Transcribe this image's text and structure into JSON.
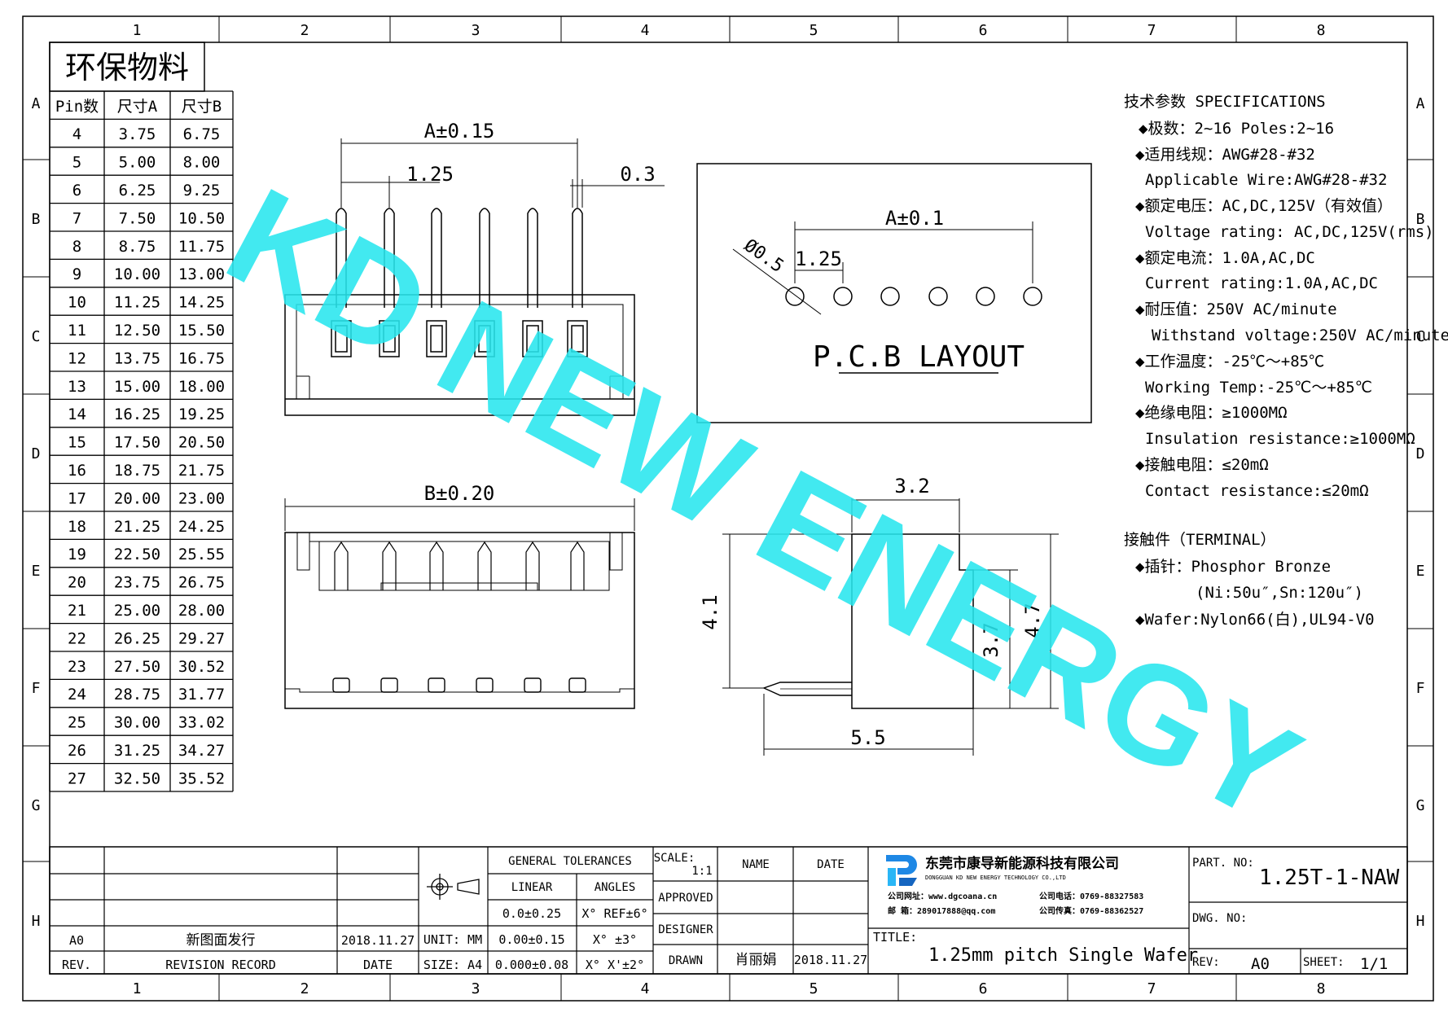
{
  "zones": {
    "cols": [
      "1",
      "2",
      "3",
      "4",
      "5",
      "6",
      "7",
      "8"
    ],
    "rows": [
      "A",
      "B",
      "C",
      "D",
      "E",
      "F",
      "G",
      "H"
    ]
  },
  "material_tag": "环保物料",
  "dimension_table": {
    "headers": [
      "Pin数",
      "尺寸A",
      "尺寸B"
    ],
    "rows": [
      [
        "4",
        "3.75",
        "6.75"
      ],
      [
        "5",
        "5.00",
        "8.00"
      ],
      [
        "6",
        "6.25",
        "9.25"
      ],
      [
        "7",
        "7.50",
        "10.50"
      ],
      [
        "8",
        "8.75",
        "11.75"
      ],
      [
        "9",
        "10.00",
        "13.00"
      ],
      [
        "10",
        "11.25",
        "14.25"
      ],
      [
        "11",
        "12.50",
        "15.50"
      ],
      [
        "12",
        "13.75",
        "16.75"
      ],
      [
        "13",
        "15.00",
        "18.00"
      ],
      [
        "14",
        "16.25",
        "19.25"
      ],
      [
        "15",
        "17.50",
        "20.50"
      ],
      [
        "16",
        "18.75",
        "21.75"
      ],
      [
        "17",
        "20.00",
        "23.00"
      ],
      [
        "18",
        "21.25",
        "24.25"
      ],
      [
        "19",
        "22.50",
        "25.55"
      ],
      [
        "20",
        "23.75",
        "26.75"
      ],
      [
        "21",
        "25.00",
        "28.00"
      ],
      [
        "22",
        "26.25",
        "29.27"
      ],
      [
        "23",
        "27.50",
        "30.52"
      ],
      [
        "24",
        "28.75",
        "31.77"
      ],
      [
        "25",
        "30.00",
        "33.02"
      ],
      [
        "26",
        "31.25",
        "34.27"
      ],
      [
        "27",
        "32.50",
        "35.52"
      ]
    ]
  },
  "dims": {
    "a_tol": "A±0.15",
    "pitch": "1.25",
    "pin_w": "0.3",
    "b_tol": "B±0.20",
    "pcb_a": "A±0.1",
    "pcb_pitch": "1.25",
    "hole": "Ø0.5",
    "pcb_label": "P.C.B LAYOUT",
    "side_w": "3.2",
    "side_h1": "4.1",
    "side_h2": "3.7",
    "side_h3": "4.7",
    "side_l": "5.5"
  },
  "watermark": "KD NEW ENERGY",
  "specs": {
    "title": "技术参数  SPECIFICATIONS",
    "lines": [
      "◆极数：2~16        Poles:2~16",
      "◆适用线规：AWG#28-#32",
      "Applicable Wire:AWG#28-#32",
      "◆额定电压：AC,DC,125V（有效值）",
      "Voltage rating: AC,DC,125V(rms)",
      "◆额定电流：1.0A,AC,DC",
      "Current rating:1.0A,AC,DC",
      "◆耐压值：250V AC/minute",
      "Withstand voltage:250V AC/minute",
      "◆工作温度：-25℃～+85℃",
      "Working Temp:-25℃～+85℃",
      "◆绝缘电阻：≥1000MΩ",
      "Insulation resistance:≥1000MΩ",
      "◆接触电阻：≤20mΩ",
      "Contact resistance:≤20mΩ"
    ],
    "terminal_title": "接触件（TERMINAL）",
    "terminal_lines": [
      "◆插针：Phosphor Bronze",
      "(Ni:50u″,Sn:120u″)",
      "◆Wafer:Nylon66(白),UL94-V0"
    ]
  },
  "title_block": {
    "rev_row": {
      "rev": "A0",
      "record": "新图面发行",
      "date": "2018.11.27"
    },
    "rev_header": {
      "rev": "REV.",
      "record": "REVISION RECORD",
      "date": "DATE"
    },
    "unit": "UNIT: MM",
    "size": "SIZE: A4",
    "general_tolerances": "GENERAL TOLERANCES",
    "linear": "LINEAR",
    "angles": "ANGLES",
    "tol_linear": [
      "0.0±0.25",
      "0.00±0.15",
      "0.000±0.08"
    ],
    "tol_angles": [
      "X° REF±6°",
      "X° ±3°",
      "X° X'±2°"
    ],
    "scale_label": "SCALE:",
    "scale": "1:1",
    "name_label": "NAME",
    "date_label": "DATE",
    "approved": "APPROVED",
    "designer": "DESIGNER",
    "drawn": "DRAWN",
    "drawn_name": "肖丽娟",
    "drawn_date": "2018.11.27",
    "company_cn": "东莞市康导新能源科技有限公司",
    "company_en": "DONGGUAN KD NEW ENERGY TECHNOLOGY CO.,LTD",
    "contact": [
      "公司网址：www.dgcoana.cn",
      "公司电话：0769-88327583",
      "邮    箱：289017888@qq.com",
      "公司传真：0769-88362527"
    ],
    "title_label": "TITLE:",
    "title": "1.25mm pitch Single Wafer",
    "part_label": "PART. NO:",
    "part_no": "1.25T-1-NAW",
    "dwg_label": "DWG. NO:",
    "rev_label": "REV:",
    "rev": "A0",
    "sheet_label": "SHEET:",
    "sheet": "1/1"
  }
}
